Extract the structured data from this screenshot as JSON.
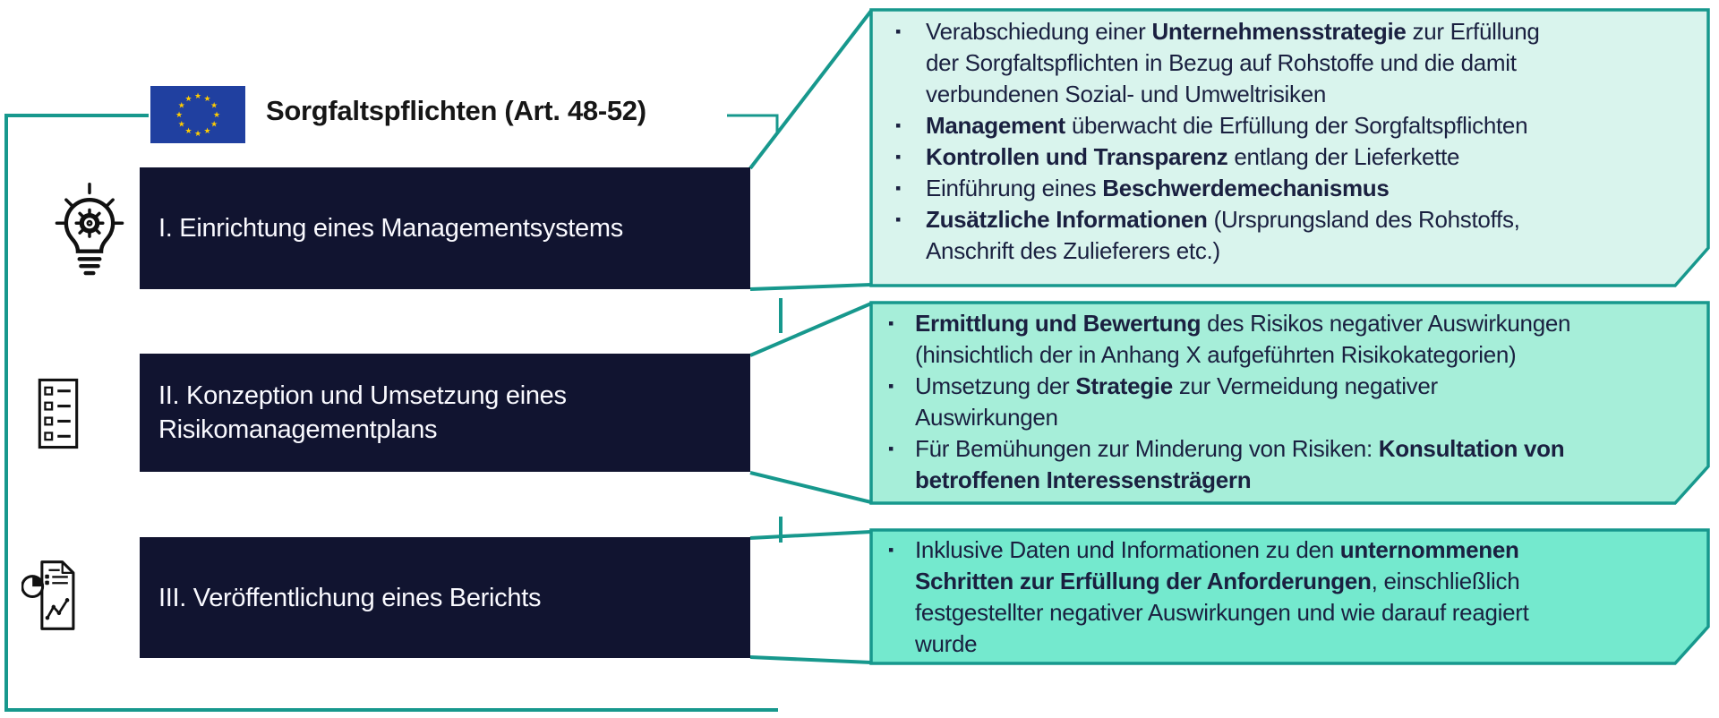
{
  "title": "Sorgfaltspflichten (Art. 48-52)",
  "steps": [
    {
      "icon": "lightbulb-gear-icon",
      "label": "I. Einrichtung eines Managementsystems"
    },
    {
      "icon": "checklist-icon",
      "label": "II. Konzeption und Umsetzung eines\nRisikomanagementplans"
    },
    {
      "icon": "report-chart-icon",
      "label": "III. Veröffentlichung eines Berichts"
    }
  ],
  "callouts": [
    {
      "name": "callout-managementsystem",
      "bullets": [
        [
          {
            "text": "Verabschiedung einer ",
            "bold": false
          },
          {
            "text": "Unternehmensstrategie",
            "bold": true
          },
          {
            "text": " zur Erfüllung\nder Sorgfaltspflichten in Bezug auf Rohstoffe und die damit\nverbundenen Sozial- und Umweltrisiken",
            "bold": false
          }
        ],
        [
          {
            "text": "Management",
            "bold": true
          },
          {
            "text": " überwacht die Erfüllung der Sorgfaltspflichten",
            "bold": false
          }
        ],
        [
          {
            "text": "Kontrollen und Transparenz",
            "bold": true
          },
          {
            "text": " entlang der Lieferkette",
            "bold": false
          }
        ],
        [
          {
            "text": "Einführung eines ",
            "bold": false
          },
          {
            "text": "Beschwerdemechanismus",
            "bold": true
          }
        ],
        [
          {
            "text": "Zusätzliche Informationen",
            "bold": true
          },
          {
            "text": " (Ursprungsland des Rohstoffs,\nAnschrift des Zulieferers etc.)",
            "bold": false
          }
        ]
      ]
    },
    {
      "name": "callout-risikomanagementplan",
      "bullets": [
        [
          {
            "text": "Ermittlung und Bewertung",
            "bold": true
          },
          {
            "text": " des Risikos negativer Auswirkungen\n(hinsichtlich der in Anhang X aufgeführten Risikokategorien)",
            "bold": false
          }
        ],
        [
          {
            "text": "Umsetzung der ",
            "bold": false
          },
          {
            "text": "Strategie",
            "bold": true
          },
          {
            "text": " zur Vermeidung negativer\nAuswirkungen",
            "bold": false
          }
        ],
        [
          {
            "text": "Für Bemühungen zur Minderung von Risiken: ",
            "bold": false
          },
          {
            "text": "Konsultation von\nbetroffenen Interessensträgern",
            "bold": true
          }
        ]
      ]
    },
    {
      "name": "callout-bericht",
      "bullets": [
        [
          {
            "text": "Inklusive Daten und Informationen zu den ",
            "bold": false
          },
          {
            "text": "unternommenen\nSchritten zur Erfüllung der Anforderungen",
            "bold": true
          },
          {
            "text": ", einschließlich\nfestgestellter negativer Auswirkungen  und wie darauf reagiert\nwurde",
            "bold": false
          }
        ]
      ]
    }
  ],
  "colors": {
    "teal": "#17988d",
    "navy_box": "#111430",
    "callout_fill_1": "#d9f4ed",
    "callout_fill_2": "#a6eed9",
    "callout_fill_3": "#74e9ce",
    "text_dark": "#1a2040",
    "label_light": "#fafaff",
    "flag_blue": "#2040a0",
    "flag_stars": "#ffcc00",
    "title_color": "#161616"
  }
}
